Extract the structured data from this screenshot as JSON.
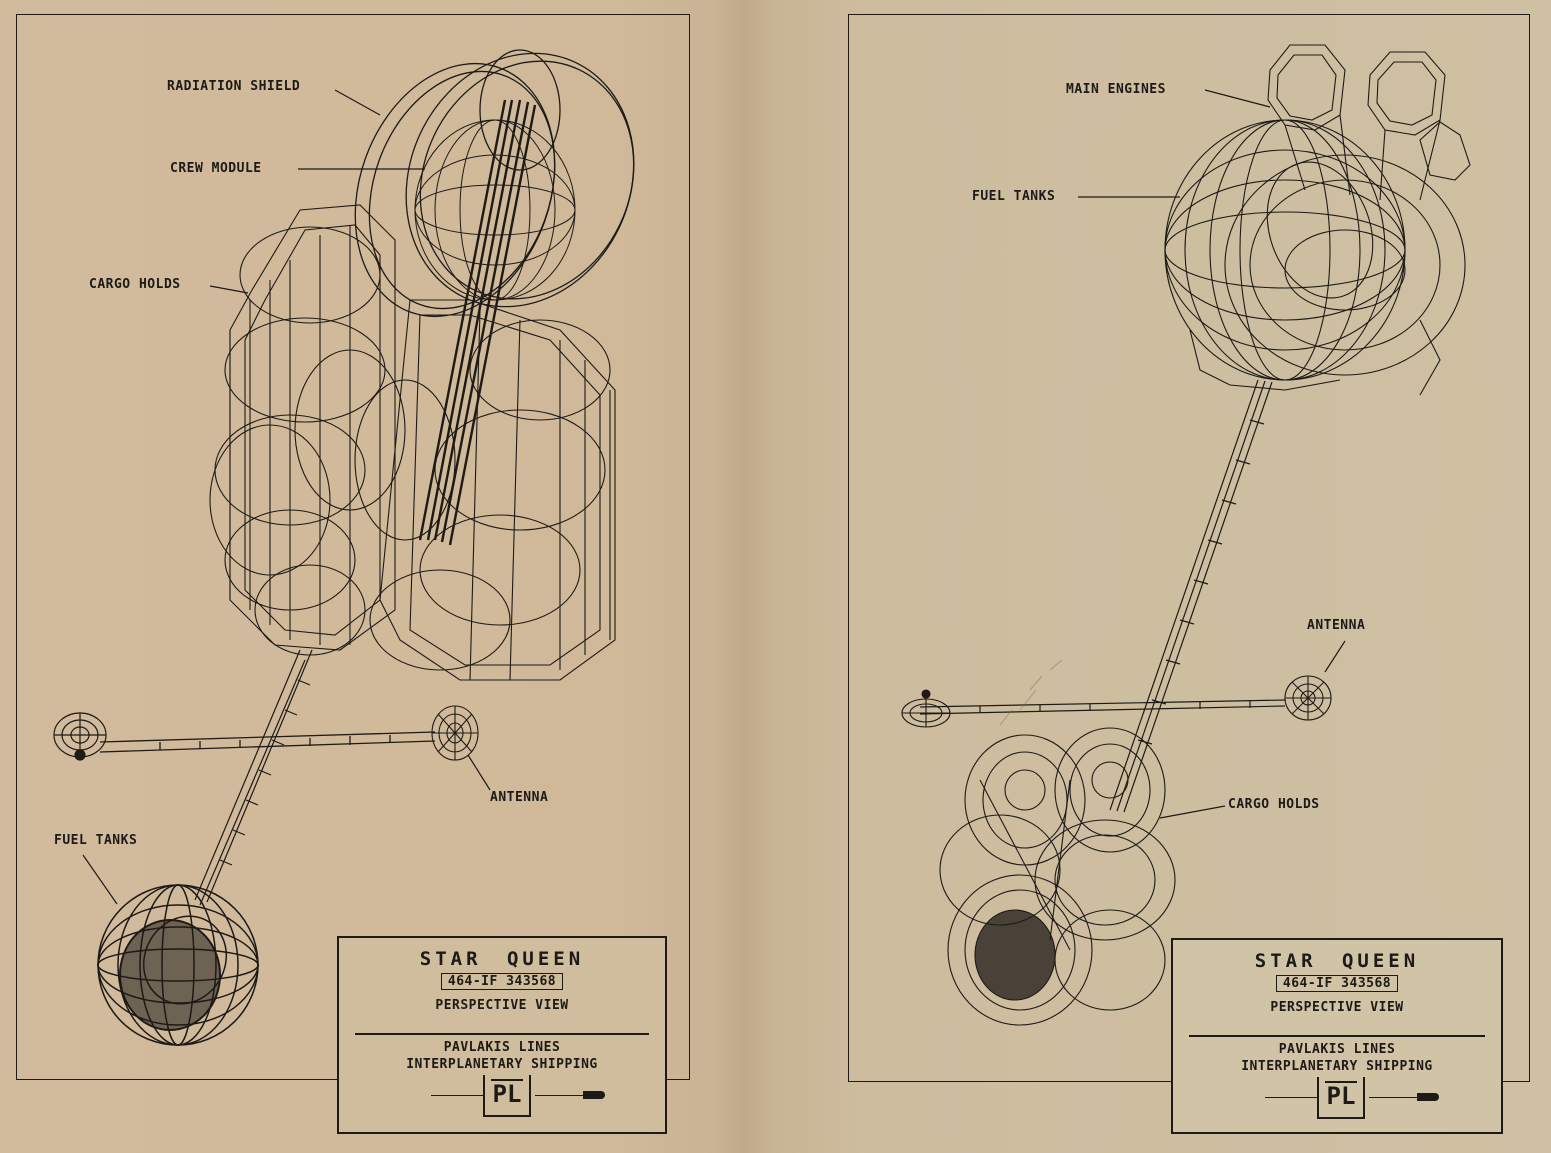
{
  "left_page": {
    "callouts": {
      "radiation_shield": "RADIATION SHIELD",
      "crew_module": "CREW MODULE",
      "cargo_holds": "CARGO HOLDS",
      "antenna": "ANTENNA",
      "fuel_tanks": "FUEL TANKS"
    },
    "title_block": {
      "ship_name": "STAR QUEEN",
      "registration": "464-IF 343568",
      "view": "PERSPECTIVE VIEW",
      "company_line1": "PAVLAKIS LINES",
      "company_line2": "INTERPLANETARY SHIPPING",
      "logo": "PL"
    }
  },
  "right_page": {
    "callouts": {
      "main_engines": "MAIN ENGINES",
      "fuel_tanks": "FUEL TANKS",
      "antenna": "ANTENNA",
      "cargo_holds": "CARGO HOLDS"
    },
    "title_block": {
      "ship_name": "STAR QUEEN",
      "registration": "464-IF 343568",
      "view": "PERSPECTIVE VIEW",
      "company_line1": "PAVLAKIS LINES",
      "company_line2": "INTERPLANETARY SHIPPING",
      "logo": "PL"
    }
  },
  "colors": {
    "paper": "#d0bb9b",
    "ink": "#1d1a17"
  }
}
